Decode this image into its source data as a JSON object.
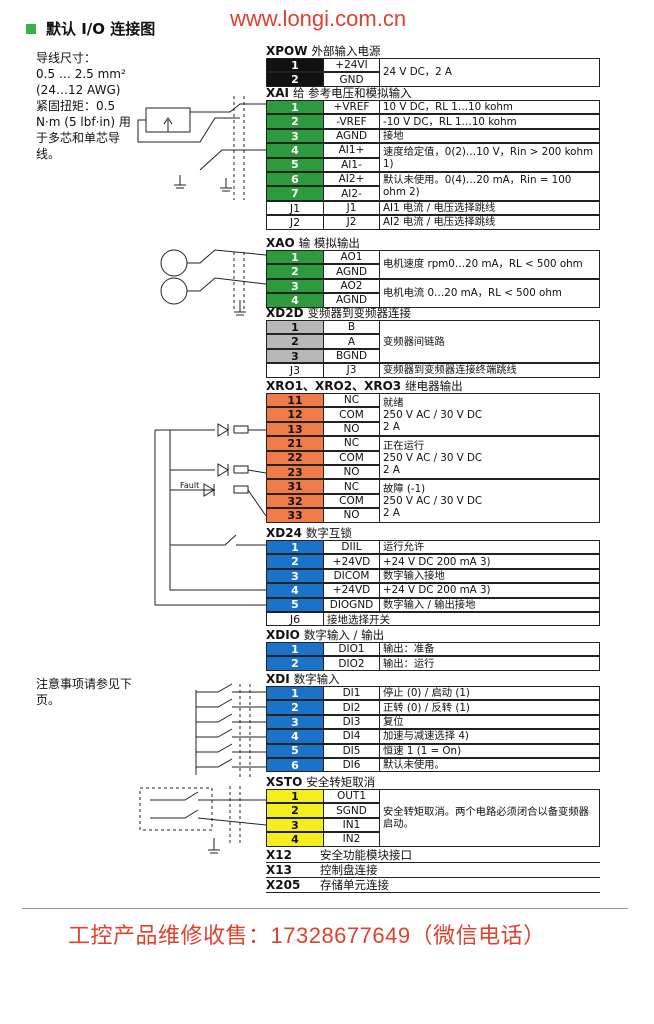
{
  "watermark": "www.longi.com.cn",
  "title": "默认 I/O 连接图",
  "side_notes": {
    "wire_size": [
      "导线尺寸：",
      "0.5 … 2.5 mm²",
      "(24…12 AWG)",
      "紧固扭矩：0.5",
      "N·m (5 lbf·in) 用",
      "于多芯和单芯导",
      "线。"
    ],
    "see_notes": [
      "注意事项请参见下",
      "页。"
    ],
    "fault_label": "Fault"
  },
  "sections": [
    {
      "id": "xpow",
      "code": "XPOW",
      "title": "外部输入电源",
      "color": "black",
      "rows": [
        {
          "n": "1",
          "s": "+24VI"
        },
        {
          "n": "2",
          "s": "GND"
        }
      ],
      "descs": [
        {
          "span": 2,
          "t": "24 V DC，2 A"
        }
      ]
    },
    {
      "id": "xai",
      "code": "XAI",
      "title": "给 参考电压和模拟输入",
      "color": "green",
      "rows": [
        {
          "n": "1",
          "s": "+VREF"
        },
        {
          "n": "2",
          "s": "-VREF"
        },
        {
          "n": "3",
          "s": "AGND"
        },
        {
          "n": "4",
          "s": "AI1+"
        },
        {
          "n": "5",
          "s": "AI1-"
        },
        {
          "n": "6",
          "s": "AI2+"
        },
        {
          "n": "7",
          "s": "AI2-"
        },
        {
          "n": "J1",
          "s": "J1",
          "white": true
        },
        {
          "n": "J2",
          "s": "J2",
          "white": true
        }
      ],
      "descs": [
        {
          "span": 1,
          "t": "10 V DC，RL 1…10 kohm"
        },
        {
          "span": 1,
          "t": "-10 V DC，RL 1…10 kohm"
        },
        {
          "span": 1,
          "t": "接地"
        },
        {
          "span": 2,
          "t": "速度给定值，0(2)…10 V，Rin > 200 kohm 1)"
        },
        {
          "span": 2,
          "t": "默认未使用。0(4)…20 mA，Rin = 100 ohm 2)"
        },
        {
          "span": 1,
          "t": "AI1 电流 / 电压选择跳线"
        },
        {
          "span": 1,
          "t": "AI2 电流 / 电压选择跳线"
        }
      ]
    },
    {
      "id": "xao",
      "code": "XAO",
      "title": "输 模拟输出",
      "color": "green",
      "rows": [
        {
          "n": "1",
          "s": "AO1"
        },
        {
          "n": "2",
          "s": "AGND"
        },
        {
          "n": "3",
          "s": "AO2"
        },
        {
          "n": "4",
          "s": "AGND"
        }
      ],
      "descs": [
        {
          "span": 2,
          "t": "电机速度 rpm0…20 mA，RL < 500 ohm"
        },
        {
          "span": 2,
          "t": "电机电流 0…20 mA，RL < 500 ohm"
        }
      ]
    },
    {
      "id": "xd2d",
      "code": "XD2D",
      "title": "变频器到变频器连接",
      "color": "gray",
      "rows": [
        {
          "n": "1",
          "s": "B"
        },
        {
          "n": "2",
          "s": "A"
        },
        {
          "n": "3",
          "s": "BGND"
        },
        {
          "n": "J3",
          "s": "J3",
          "white": true
        }
      ],
      "descs": [
        {
          "span": 3,
          "t": "变频器间链路"
        },
        {
          "span": 1,
          "t": "变频器到变频器连接终端跳线"
        }
      ]
    },
    {
      "id": "xro",
      "code": "XRO1、XRO2、XRO3",
      "title": "继电器输出",
      "color": "orange",
      "rows": [
        {
          "n": "11",
          "s": "NC"
        },
        {
          "n": "12",
          "s": "COM"
        },
        {
          "n": "13",
          "s": "NO"
        },
        {
          "n": "21",
          "s": "NC"
        },
        {
          "n": "22",
          "s": "COM"
        },
        {
          "n": "23",
          "s": "NO"
        },
        {
          "n": "31",
          "s": "NC"
        },
        {
          "n": "32",
          "s": "COM"
        },
        {
          "n": "33",
          "s": "NO"
        }
      ],
      "descs": [
        {
          "span": 3,
          "t": "就绪\n250 V AC / 30 V DC\n2 A"
        },
        {
          "span": 3,
          "t": "正在运行\n250 V AC / 30 V DC\n2 A"
        },
        {
          "span": 3,
          "t": "故障 (-1)\n250 V AC / 30 V DC\n2 A"
        }
      ]
    },
    {
      "id": "xd24",
      "code": "XD24",
      "title": "数字互锁",
      "color": "blue",
      "rows": [
        {
          "n": "1",
          "s": "DIIL"
        },
        {
          "n": "2",
          "s": "+24VD"
        },
        {
          "n": "3",
          "s": "DICOM"
        },
        {
          "n": "4",
          "s": "+24VD"
        },
        {
          "n": "5",
          "s": "DIOGND"
        },
        {
          "n": "J6",
          "s": "接地选择开关",
          "white": true,
          "wide": true
        }
      ],
      "descs": [
        {
          "span": 1,
          "t": "运行允许"
        },
        {
          "span": 1,
          "t": "+24 V DC 200 mA 3)"
        },
        {
          "span": 1,
          "t": "数字输入接地"
        },
        {
          "span": 1,
          "t": "+24 V DC 200 mA 3)"
        },
        {
          "span": 1,
          "t": "数字输入 / 输出接地"
        },
        {
          "span": 1,
          "t": ""
        }
      ]
    },
    {
      "id": "xdio",
      "code": "XDIO",
      "title": "数字输入 / 输出",
      "color": "blue",
      "rows": [
        {
          "n": "1",
          "s": "DIO1"
        },
        {
          "n": "2",
          "s": "DIO2"
        }
      ],
      "descs": [
        {
          "span": 1,
          "t": "输出：准备"
        },
        {
          "span": 1,
          "t": "输出：运行"
        }
      ]
    },
    {
      "id": "xdi",
      "code": "XDI",
      "title": "数字输入",
      "color": "blue",
      "rows": [
        {
          "n": "1",
          "s": "DI1"
        },
        {
          "n": "2",
          "s": "DI2"
        },
        {
          "n": "3",
          "s": "DI3"
        },
        {
          "n": "4",
          "s": "DI4"
        },
        {
          "n": "5",
          "s": "DI5"
        },
        {
          "n": "6",
          "s": "DI6"
        }
      ],
      "descs": [
        {
          "span": 1,
          "t": "停止 (0) / 启动 (1)"
        },
        {
          "span": 1,
          "t": "正转 (0) / 反转 (1)"
        },
        {
          "span": 1,
          "t": "复位"
        },
        {
          "span": 1,
          "t": "加速与减速选择 4)"
        },
        {
          "span": 1,
          "t": "恒速 1 (1 = On)"
        },
        {
          "span": 1,
          "t": "默认未使用。"
        }
      ]
    },
    {
      "id": "xsto",
      "code": "XSTO",
      "title": "安全转矩取消",
      "color": "yellow",
      "rows": [
        {
          "n": "1",
          "s": "OUT1"
        },
        {
          "n": "2",
          "s": "SGND"
        },
        {
          "n": "3",
          "s": "IN1"
        },
        {
          "n": "4",
          "s": "IN2"
        }
      ],
      "descs": [
        {
          "span": 4,
          "t": "安全转矩取消。两个电路必须闭合以备变频器启动。"
        }
      ]
    }
  ],
  "extra_connectors": [
    {
      "code": "X12",
      "title": "安全功能模块接口"
    },
    {
      "code": "X13",
      "title": "控制盘连接"
    },
    {
      "code": "X205",
      "title": "存储单元连接"
    }
  ],
  "footer": "工控产品维修收售：17328677649（微信电话）"
}
